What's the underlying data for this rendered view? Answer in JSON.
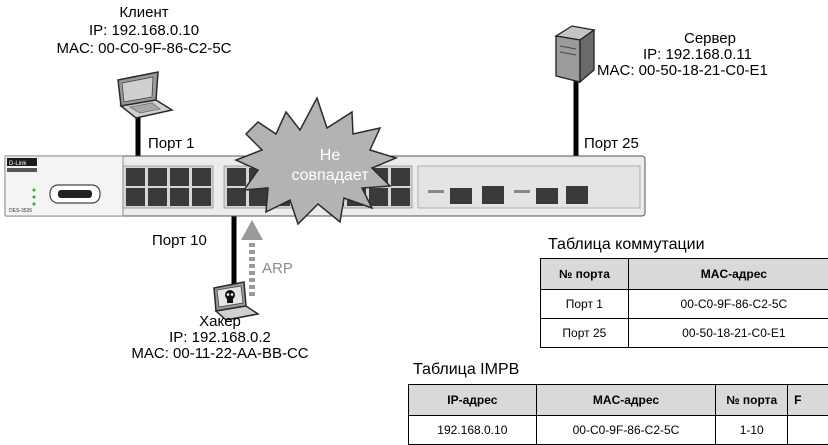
{
  "client": {
    "name": "Клиент",
    "ip": "IP: 192.168.0.10",
    "mac": "MAC: 00-C0-9F-86-C2-5C"
  },
  "server": {
    "name": "Сервер",
    "ip": "IP: 192.168.0.11",
    "mac": "MAC: 00-50-18-21-C0-E1"
  },
  "hacker": {
    "name": "Хакер",
    "ip": "IP: 192.168.0.2",
    "mac": "MAC: 00-11-22-AA-BB-CC"
  },
  "ports": {
    "client_port": "Порт 1",
    "server_port": "Порт 25",
    "hacker_port": "Порт 10"
  },
  "cloud": {
    "line1": "Не",
    "line2": "совпадает"
  },
  "arrow_label": "ARP",
  "switch": {
    "brand": "D-Link",
    "model": "DES-3526"
  },
  "switching_table": {
    "title": "Таблица коммутации",
    "headers": [
      "№ порта",
      "MAC-адрес"
    ],
    "rows": [
      [
        "Порт 1",
        "00-C0-9F-86-C2-5C"
      ],
      [
        "Порт 25",
        "00-50-18-21-C0-E1"
      ]
    ]
  },
  "impb_table": {
    "title": "Таблица IMPB",
    "headers": [
      "IP-адрес",
      "MAC-адрес",
      "№ порта",
      "F"
    ],
    "rows": [
      [
        "192.168.0.10",
        "00-C0-9F-86-C2-5C",
        "1-10",
        ""
      ]
    ]
  },
  "colors": {
    "cable": "#000000",
    "cloud_fill": "#b3b3b3",
    "arrow": "#9a9a9a",
    "header_bg": "#d9d9d9"
  }
}
